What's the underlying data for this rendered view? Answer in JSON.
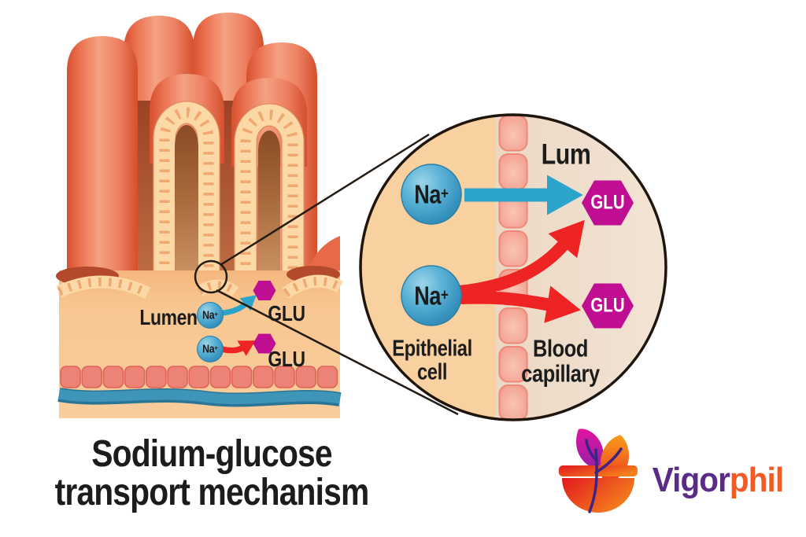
{
  "title": {
    "line1": "Sodium-glucose",
    "line2": "transport mechanism"
  },
  "overview": {
    "lumen_label": "Lumen",
    "na_top": {
      "symbol": "Na",
      "charge": "+"
    },
    "na_bottom": {
      "symbol": "Na",
      "charge": "+"
    },
    "glu_top": "GLU",
    "glu_bottom": "GLU"
  },
  "magnified": {
    "lumen_label": "Lum",
    "na_top": {
      "symbol": "Na",
      "charge": "+"
    },
    "na_bottom": {
      "symbol": "Na",
      "charge": "+"
    },
    "glu_top": "GLU",
    "glu_bottom": "GLU",
    "left_region": {
      "line1": "Epithelial",
      "line2": "cell"
    },
    "right_region": {
      "line1": "Blood",
      "line2": "capillary"
    }
  },
  "logo": {
    "word_primary": "Vigor",
    "word_secondary": "phil"
  },
  "colors": {
    "sodium_blue": "#3e9fc8",
    "glucose_magenta": "#bf0e91",
    "arrow_blue": "#2ba3cb",
    "arrow_red": "#ee2424",
    "villi_salmon": "#ec7f5f",
    "villi_cream": "#fbd8a5",
    "membrane_pink": "#f4a091",
    "vessel_teal": "#3a8cb0",
    "brand_purple": "#5b2b88",
    "brand_orange": "#f15b25"
  }
}
